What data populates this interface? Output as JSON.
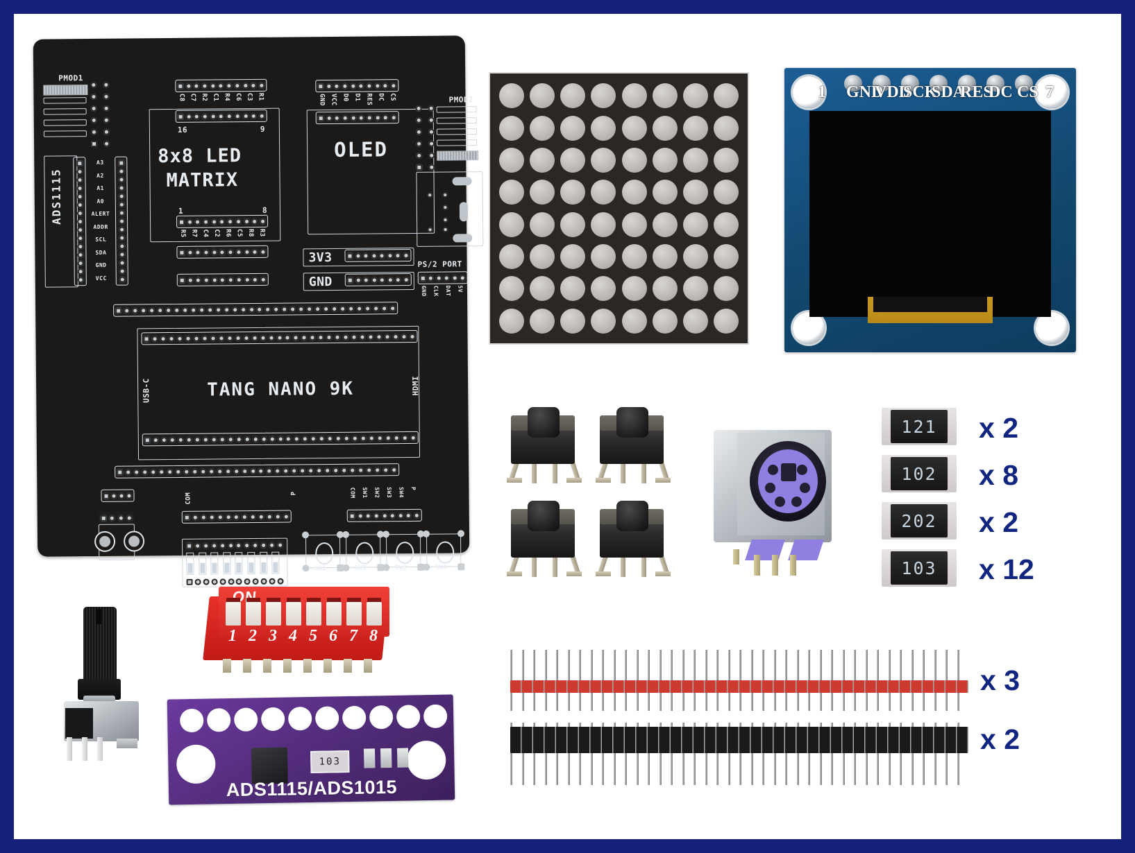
{
  "frame": {
    "border_color": "#15207a",
    "background": "#ffffff"
  },
  "baseboard": {
    "name": "Tang Nano 9K FPGA baseboard PCB",
    "color": "#1b1a18",
    "silkscreen": {
      "pmod1": "PMOD1",
      "pmod2": "PMOD2",
      "ads1115": "ADS1115",
      "led_matrix": "8x8 LED\nMATRIX",
      "led_matrix_line1": "8x8 LED",
      "led_matrix_line2": "MATRIX",
      "oled": "OLED",
      "tang_nano": "TANG NANO 9K",
      "rail_3v3": "3V3",
      "rail_gnd": "GND",
      "ps2_port": "PS/2 PORT",
      "usb_c": "USB-C",
      "hdmi": "HDMI",
      "matrix_top_num_left": "16",
      "matrix_top_num_right": "9",
      "matrix_bot_num_left": "1",
      "matrix_bot_num_right": "8",
      "com_left": "COM",
      "com_right": "COM",
      "p_left": "P",
      "p_right": "P"
    },
    "ads_pin_labels": [
      "A3",
      "A2",
      "A1",
      "A0",
      "ALERT",
      "ADDR",
      "SCL",
      "SDA",
      "GND",
      "VCC"
    ],
    "oled_pin_labels": [
      "GND",
      "VCC",
      "D0",
      "D1",
      "RES",
      "DC",
      "CS"
    ],
    "matrix_top_labels": [
      "C8",
      "C7",
      "R2",
      "C1",
      "R4",
      "C6",
      "C3",
      "R1"
    ],
    "matrix_bottom_labels": [
      "R5",
      "R7",
      "C4",
      "C2",
      "R6",
      "C5",
      "R8",
      "R3"
    ],
    "ps2_pin_labels": [
      "GND",
      "CLK",
      "DAT",
      "5V"
    ],
    "button_labels": [
      "SW1",
      "SW2",
      "SW3",
      "SW4"
    ],
    "right_small_hdr_labels": [
      "COM",
      "SW1",
      "SW2",
      "SW3",
      "SW4",
      "P"
    ]
  },
  "led_matrix_module": {
    "name": "8x8 LED dot matrix display",
    "rows": 8,
    "columns": 8,
    "body_color": "#2b2724",
    "led_color": "#b6b3ae"
  },
  "oled_module": {
    "name": "0.96 inch SPI OLED display module",
    "pcb_color": "#12486f",
    "screen_color": "#050506",
    "pin_labels": [
      "1",
      "GND",
      "VDD",
      "SCK",
      "SDA",
      "RES",
      "DC",
      "CS",
      "7"
    ],
    "pin_count": 7
  },
  "tactile_buttons": {
    "name": "tactile push button switches",
    "count": 4,
    "body_color": "#2b2b2b"
  },
  "ps2_connector": {
    "name": "PS/2 mini-DIN female connector",
    "key_color": "#8e7fe0",
    "shell_color": "#b9bfc4"
  },
  "resistors": [
    {
      "code": "121",
      "qty_label": "x 2"
    },
    {
      "code": "102",
      "qty_label": "x 8"
    },
    {
      "code": "202",
      "qty_label": "x 2"
    },
    {
      "code": "103",
      "qty_label": "x 12"
    }
  ],
  "pin_headers": [
    {
      "name": "red-single-row-header",
      "color": "#cf3a30",
      "pins": 40,
      "qty_label": "x 3"
    },
    {
      "name": "black-single-row-header",
      "color": "#1a1a1a",
      "pins": 40,
      "qty_label": "x 2"
    }
  ],
  "dip_switch": {
    "name": "8-position DIP switch",
    "body_color": "#d02520",
    "on_label": "ON",
    "positions": [
      "1",
      "2",
      "3",
      "4",
      "5",
      "6",
      "7",
      "8"
    ]
  },
  "potentiometer": {
    "name": "rotary potentiometer with knurled shaft",
    "knob_color": "#1a1a1a",
    "body_color": "#aeb4b9"
  },
  "ads_breakout": {
    "name": "ADS1115 / ADS1015 ADC breakout board",
    "pcb_color": "#4e2a74",
    "label": "ADS1115/ADS1015",
    "array_code": "103",
    "pin_holes": 10
  },
  "accent_color": "#10257f"
}
